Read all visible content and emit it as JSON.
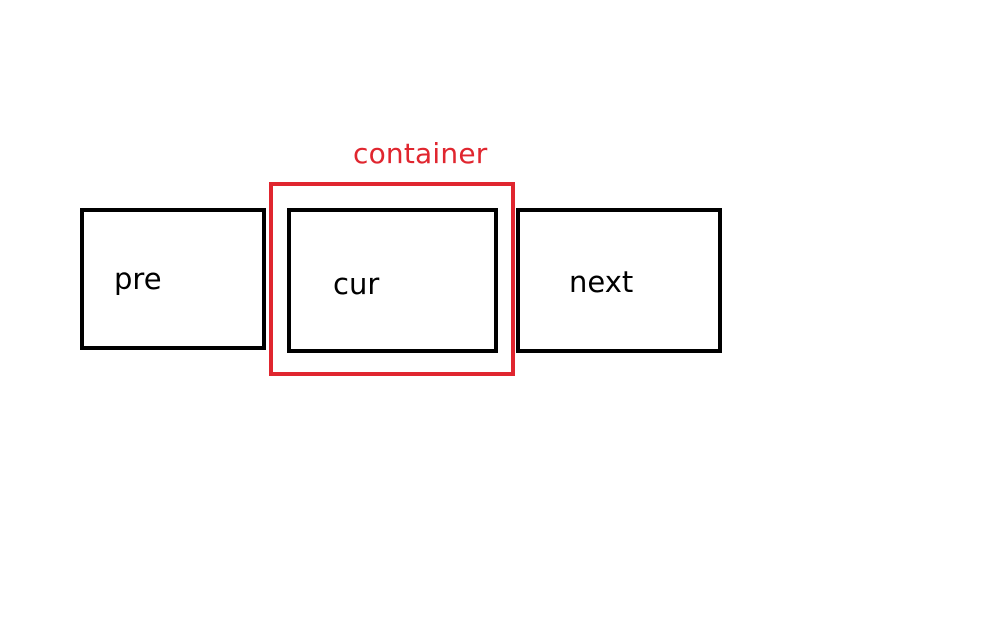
{
  "diagram": {
    "container_label": "container",
    "boxes": {
      "pre": "pre",
      "cur": "cur",
      "next": "next"
    }
  },
  "colors": {
    "container": "#e0262f",
    "box_border": "#000000",
    "background": "#ffffff"
  }
}
